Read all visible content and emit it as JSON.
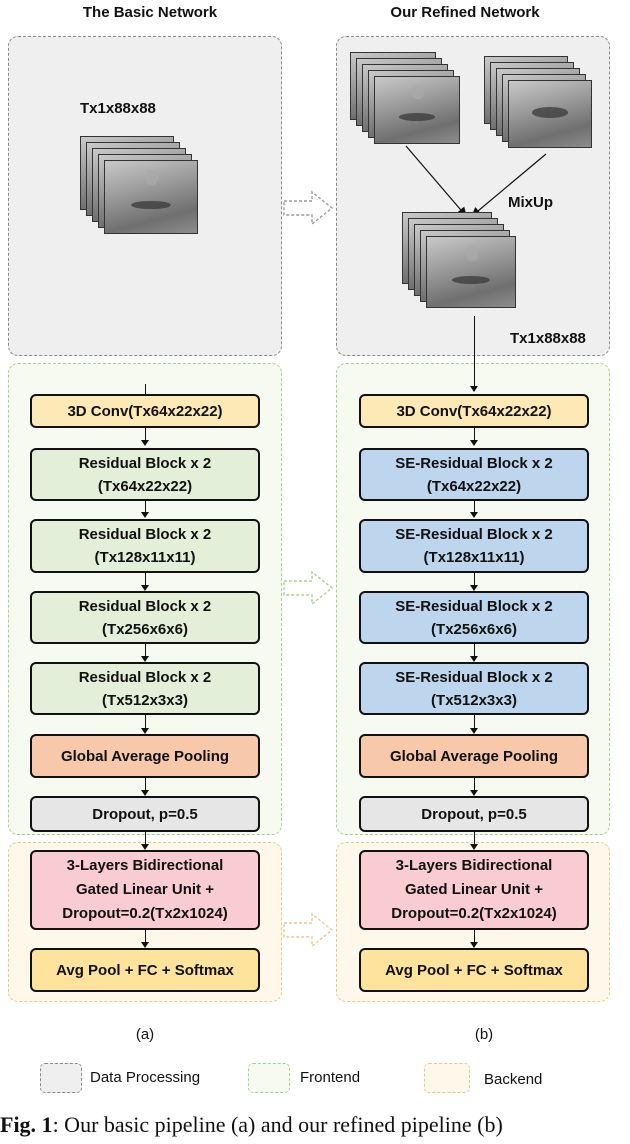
{
  "titles": {
    "left": "The Basic Network",
    "right": "Our Refined Network"
  },
  "input": {
    "dims_left": "Tx1x88x88",
    "dims_right": "Tx1x88x88",
    "mixup": "MixUp"
  },
  "basic": {
    "conv": "3D Conv(Tx64x22x22)",
    "res": [
      {
        "l1": "Residual Block x 2",
        "l2": "(Tx64x22x22)"
      },
      {
        "l1": "Residual Block x 2",
        "l2": "(Tx128x11x11)"
      },
      {
        "l1": "Residual Block x 2",
        "l2": "(Tx256x6x6)"
      },
      {
        "l1": "Residual Block x 2",
        "l2": "(Tx512x3x3)"
      }
    ],
    "gap": "Global Average Pooling",
    "dropout": "Dropout, p=0.5",
    "glu": {
      "l1": "3-Layers Bidirectional",
      "l2": "Gated Linear Unit   +",
      "l3": "Dropout=0.2(Tx2x1024)"
    },
    "fc": "Avg Pool + FC + Softmax"
  },
  "refined": {
    "conv": "3D Conv(Tx64x22x22)",
    "res": [
      {
        "l1": "SE-Residual Block x 2",
        "l2": "(Tx64x22x22)"
      },
      {
        "l1": "SE-Residual Block x 2",
        "l2": "(Tx128x11x11)"
      },
      {
        "l1": "SE-Residual Block x 2",
        "l2": "(Tx256x6x6)"
      },
      {
        "l1": "SE-Residual Block x 2",
        "l2": "(Tx512x3x3)"
      }
    ],
    "gap": "Global Average Pooling",
    "dropout": "Dropout, p=0.5",
    "glu": {
      "l1": "3-Layers Bidirectional",
      "l2": "Gated Linear Unit   +",
      "l3": "Dropout=0.2(Tx2x1024)"
    },
    "fc": "Avg Pool + FC + Softmax"
  },
  "sublabels": {
    "a": "(a)",
    "b": "(b)"
  },
  "legend": {
    "data_processing": "Data Processing",
    "frontend": "Frontend",
    "backend": "Backend"
  },
  "caption": {
    "fig": "Fig. 1",
    "text": ": Our basic pipeline (a) and our refined pipeline (b)"
  },
  "colors": {
    "conv": "#fde9b6",
    "residual": "#e3efd9",
    "se_residual": "#bdd6ee",
    "pooling": "#f7c8aa",
    "dropout": "#e6e6e6",
    "glu": "#f8ccd0",
    "fc": "#fde39c"
  }
}
